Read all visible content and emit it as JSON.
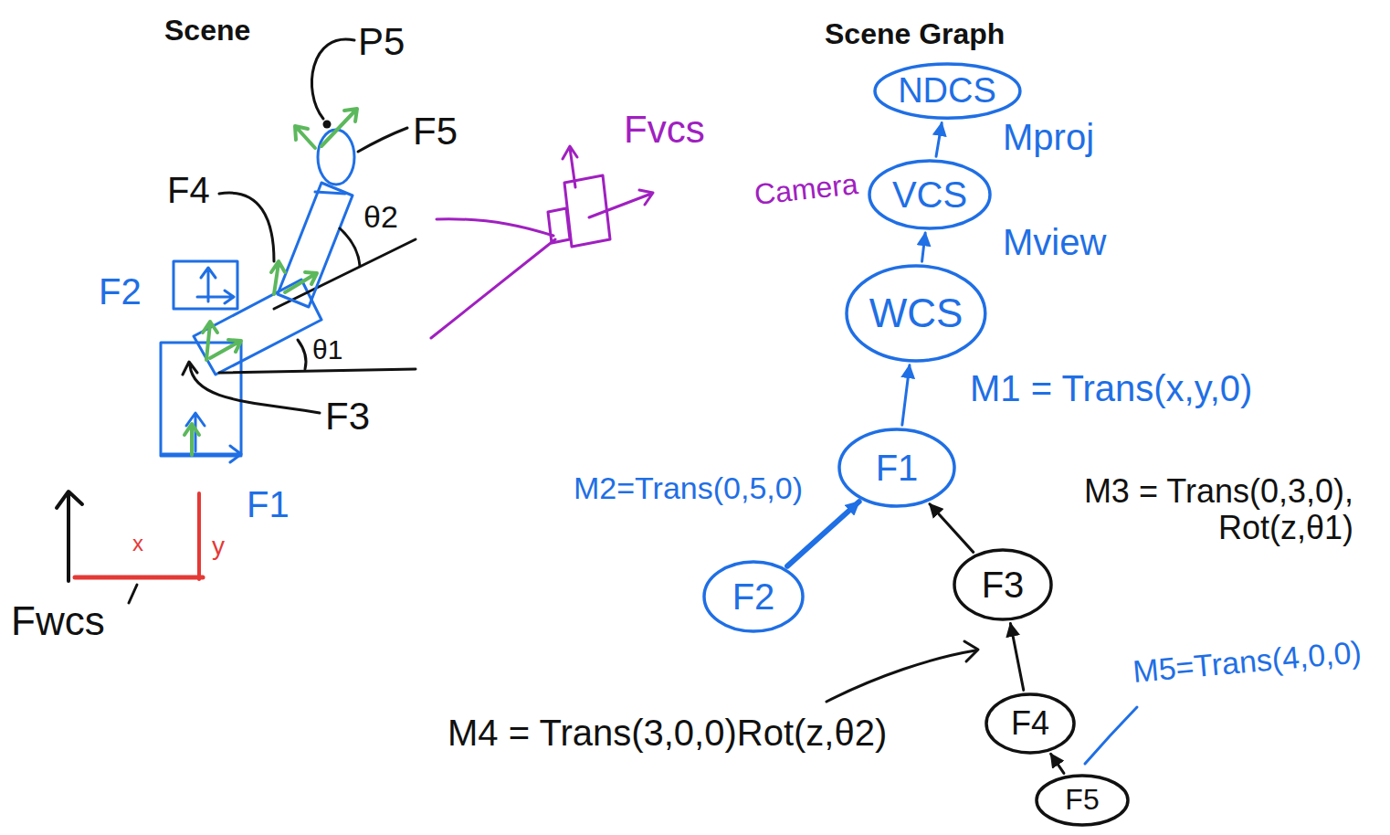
{
  "diagram": {
    "nodes": [
      {
        "text": [
          "NDCS"
        ]
      },
      {
        "text": [
          "VCS"
        ]
      },
      {
        "text": [
          "WCS"
        ]
      },
      {
        "text": [
          "F1"
        ]
      },
      {
        "text": [
          "F2"
        ]
      },
      {
        "text": [
          "F3"
        ]
      },
      {
        "text": [
          "F4"
        ]
      },
      {
        "text": [
          "F5"
        ]
      }
    ],
    "edges": [
      {
        "from": 1,
        "to": 0,
        "arrow": "to",
        "label": "Mproj"
      },
      {
        "from": 2,
        "to": 1,
        "arrow": "to",
        "label": "Mview"
      },
      {
        "from": 3,
        "to": 2,
        "arrow": "to",
        "label": "M1 = Trans(x,y,0)"
      },
      {
        "from": 4,
        "to": 3,
        "arrow": "to",
        "label": "M2=Trans(0,5,0)"
      },
      {
        "from": 5,
        "to": 3,
        "arrow": "to",
        "label": "M3 = Trans(0,3,0), Rot(z,θ1)"
      },
      {
        "from": 6,
        "to": 5,
        "arrow": "to",
        "label": "M4 = Trans(3,0,0)Rot(z,θ2)"
      },
      {
        "from": 7,
        "to": 6,
        "arrow": "to",
        "label": "M5=Trans(4,0,0)"
      }
    ],
    "labels": [
      "Scene",
      "Scene Graph",
      "P5",
      "F5",
      "F4",
      "Fvcs",
      "θ2",
      "F2",
      "θ1",
      "F3",
      "F1",
      "x",
      "y",
      "Fwcs",
      "Camera"
    ]
  }
}
